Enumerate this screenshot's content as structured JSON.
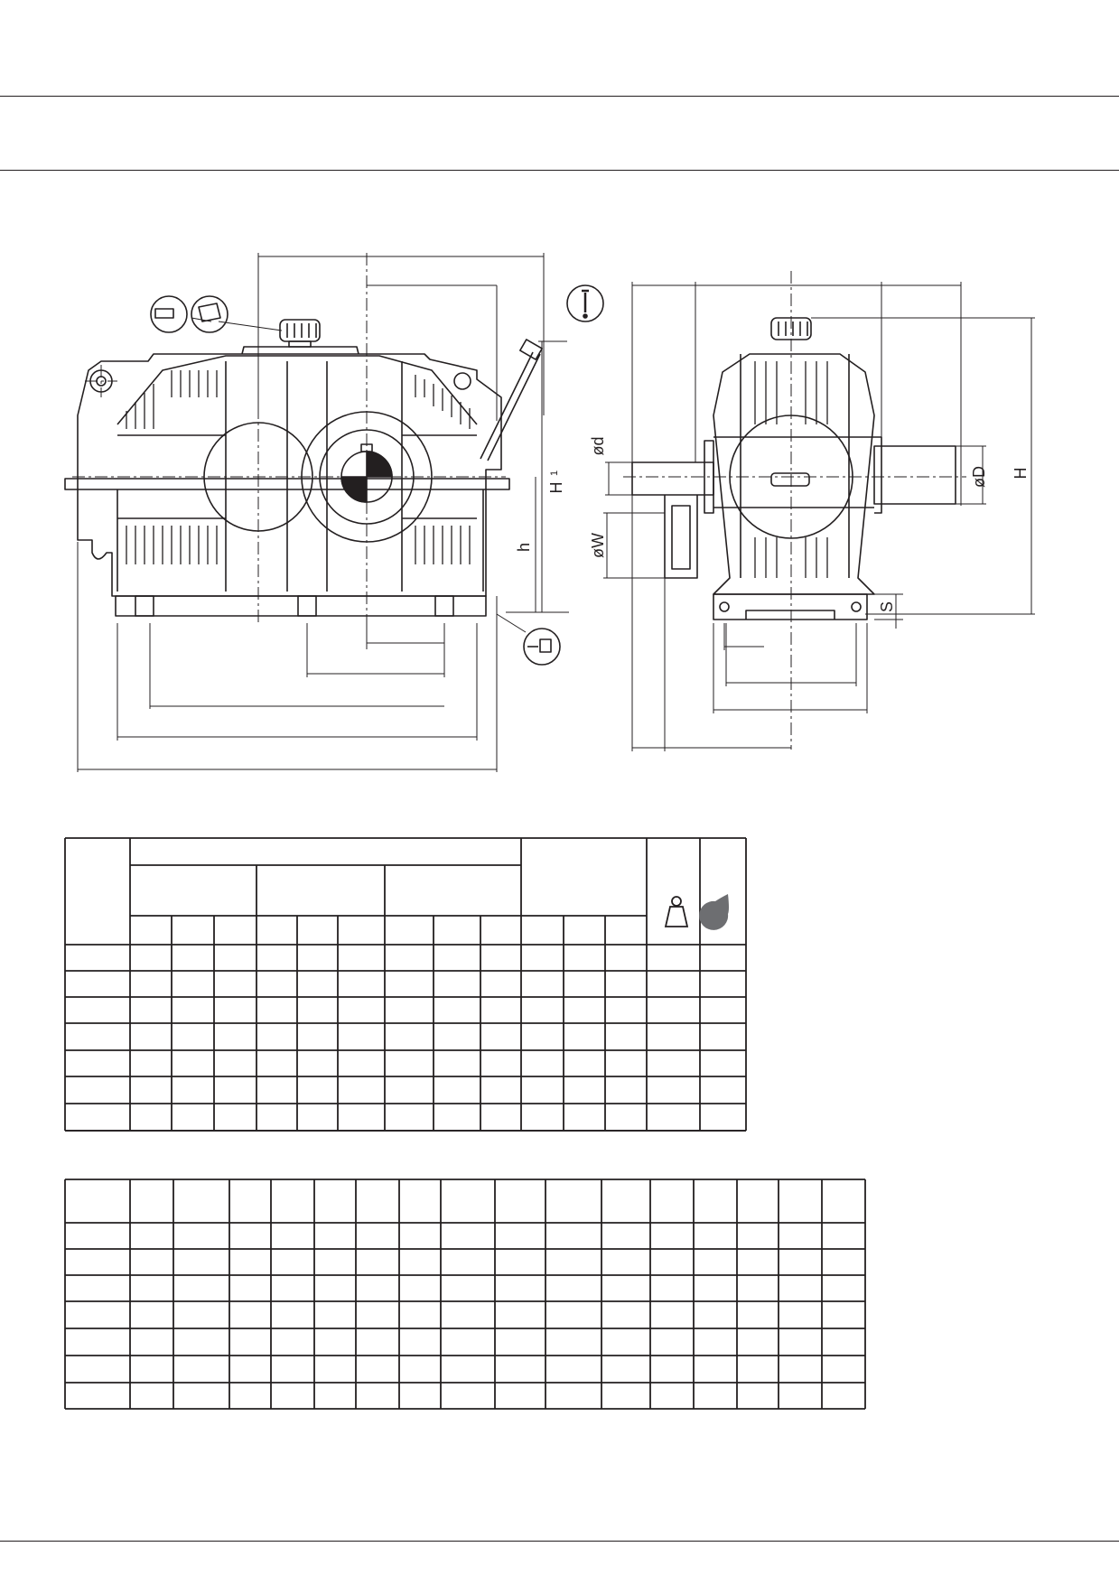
{
  "document": {
    "type": "technical-drawing-datasheet",
    "colors": {
      "ink": "#231f20",
      "drop_fill": "#6d6e71",
      "paper": "#ffffff"
    }
  },
  "drawing": {
    "labels": {
      "H1": "H",
      "H1_sub": "1",
      "h": "h",
      "H": "H",
      "od": "ød",
      "oD": "øD",
      "oW": "øW",
      "S": "S"
    },
    "icons": [
      "lubrication-fill-icon",
      "oil-level-dipstick-icon",
      "drain-plug-icon",
      "breather-plug-icon"
    ]
  },
  "table1": {
    "rows": 7,
    "columns": 15,
    "header_icons": [
      "weight-icon",
      "oil-drop-icon"
    ]
  },
  "table2": {
    "rows": 7,
    "columns": 17
  }
}
